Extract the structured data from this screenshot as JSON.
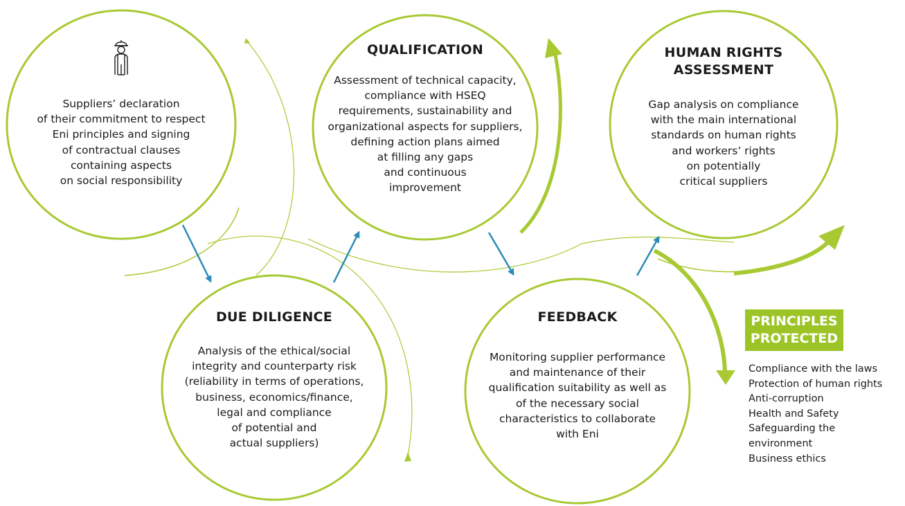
{
  "colors": {
    "green": "#a8c932",
    "badge_green": "#9dc427",
    "blue": "#2a8bb8",
    "text": "#1a1a1a"
  },
  "steps": [
    {
      "title": "",
      "icon": "worker-icon",
      "body": "Suppliers’ declaration\nof their commitment to respect\nEni principles and signing\nof contractual clauses\ncontaining aspects\non social responsibility"
    },
    {
      "title": "DUE DILIGENCE",
      "body": "Analysis of the ethical/social\nintegrity and counterparty risk\n(reliability in terms of operations,\nbusiness, economics/finance,\nlegal and compliance\nof potential and\nactual suppliers)"
    },
    {
      "title": "QUALIFICATION",
      "body": "Assessment of technical capacity,\ncompliance with HSEQ\nrequirements, sustainability and\norganizational aspects for suppliers,\ndefining action plans aimed\nat filling any gaps\nand continuous\nimprovement"
    },
    {
      "title": "FEEDBACK",
      "body": "Monitoring supplier performance\nand maintenance of their\nqualification suitability as well as\nof the necessary social\ncharacteristics to collaborate\nwith Eni"
    },
    {
      "title": "HUMAN RIGHTS\nASSESSMENT",
      "body": "Gap analysis on compliance\nwith the main international\nstandards on human rights\nand workers’ rights\non potentially\ncritical suppliers"
    }
  ],
  "principles": {
    "title": "PRINCIPLES\nPROTECTED",
    "items": [
      "Compliance with the laws",
      "Protection of human rights",
      "Anti-corruption",
      "Health and Safety",
      "Safeguarding the",
      "environment",
      "Business ethics"
    ]
  }
}
